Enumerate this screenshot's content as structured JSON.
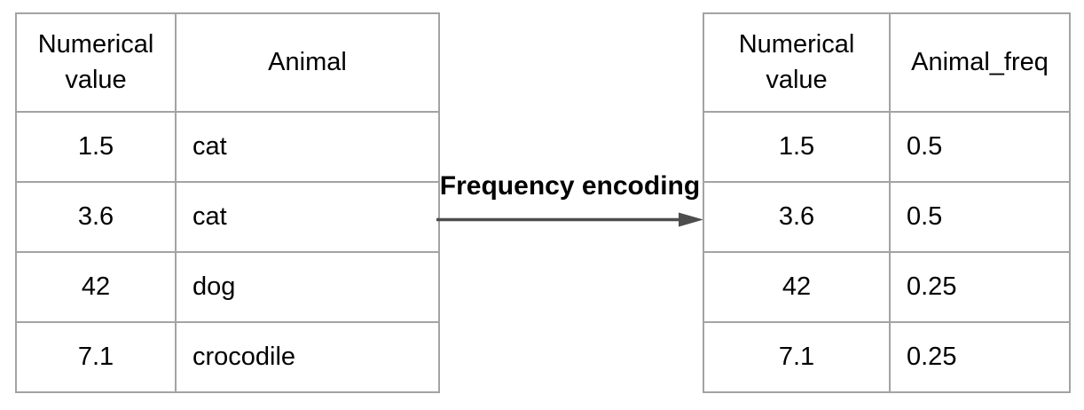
{
  "diagram": {
    "transform_label": "Frequency encoding",
    "arrow_icon": "arrow-right",
    "colors": {
      "background": "#ffffff",
      "table_border": "#a3a3a3",
      "arrow": "#4d4d4d",
      "text": "#000000"
    }
  },
  "left_table": {
    "headers": {
      "col1": "Numerical value",
      "col2": "Animal"
    },
    "rows": [
      {
        "numerical_value": "1.5",
        "animal": "cat"
      },
      {
        "numerical_value": "3.6",
        "animal": "cat"
      },
      {
        "numerical_value": "42",
        "animal": "dog"
      },
      {
        "numerical_value": "7.1",
        "animal": "crocodile"
      }
    ]
  },
  "right_table": {
    "headers": {
      "col1": "Numerical value",
      "col2": "Animal_freq"
    },
    "rows": [
      {
        "numerical_value": "1.5",
        "animal_freq": "0.5"
      },
      {
        "numerical_value": "3.6",
        "animal_freq": "0.5"
      },
      {
        "numerical_value": "42",
        "animal_freq": "0.25"
      },
      {
        "numerical_value": "7.1",
        "animal_freq": "0.25"
      }
    ]
  }
}
